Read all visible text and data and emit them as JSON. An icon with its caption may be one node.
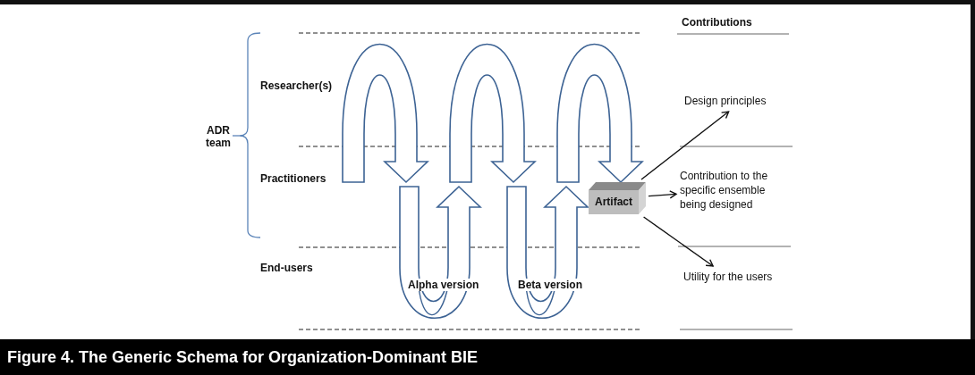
{
  "diagram": {
    "caption": "Figure 4.  The Generic Schema for Organization-Dominant BIE",
    "nodes": [
      {
        "text": [
          "Artifact"
        ]
      },
      {
        "text": [
          "Design principles"
        ]
      },
      {
        "text": [
          "Contribution to the specific ensemble being designed"
        ]
      },
      {
        "text": [
          "Utility for the users"
        ]
      }
    ],
    "edges": [
      {
        "from": 0,
        "to": 1,
        "arrow": "to"
      },
      {
        "from": 0,
        "to": 2,
        "arrow": "to"
      },
      {
        "from": 0,
        "to": 3,
        "arrow": "to"
      }
    ],
    "labels": [
      "Contributions",
      "Researcher(s)",
      "ADR team",
      "Practitioners",
      "End-users",
      "Alpha version",
      "Beta version"
    ]
  }
}
